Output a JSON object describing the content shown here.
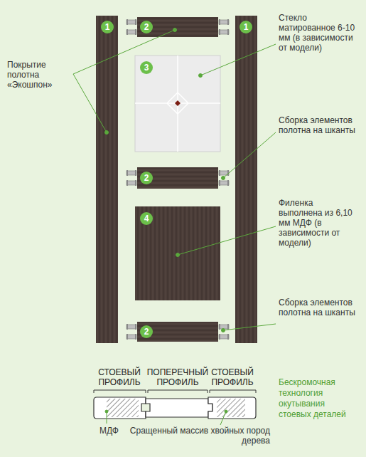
{
  "diagram": {
    "labels": [
      "1",
      "2",
      "1",
      "3",
      "2",
      "4",
      "2",
      "Покрытие полотна «Экошпон»",
      "Стекло матированное 6-10 мм (в зависимости от модели)",
      "Сборка элементов полотна на шканты",
      "Филенка выполнена из 6,10 мм МДФ (в зависимости от модели)",
      "Сборка элементов полотна на шканты",
      "СТОЕВЫЙ ПРОФИЛЬ",
      "ПОПЕРЕЧНЫЙ ПРОФИЛЬ",
      "СТОЕВЫЙ ПРОФИЛЬ",
      "Бескромочная технология окутывания стоевых деталей",
      "МДФ",
      "Сращенный массив хвойных пород дерева"
    ]
  }
}
